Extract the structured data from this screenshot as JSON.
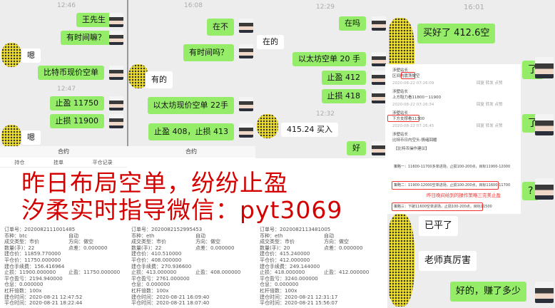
{
  "panel1": {
    "times": [
      "12:46",
      "12:47"
    ],
    "msgs": [
      "王先生",
      "有时间嘛？",
      "嗯",
      "比特币现价空单",
      "止盈 11750",
      "止损 11900",
      "嗯"
    ]
  },
  "panel2": {
    "time": "16:08",
    "msgs": [
      "在不",
      "有时间吗？",
      "有的",
      "以太坊现价空单 22手",
      "止盈 408，止损 413"
    ]
  },
  "panel3": {
    "times": [
      "12:29",
      "12:32"
    ],
    "msgs": [
      "在吗",
      "在的",
      "以太坊空单 20 手",
      "止盈 412",
      "止损 418",
      "415.24 买入",
      "好"
    ]
  },
  "panel4": {
    "time": "16:01",
    "msgs": [
      "买好了 412.6空",
      "了",
      "了",
      "?",
      "已平了",
      "老师真厉害",
      "好的，赚了多少"
    ]
  },
  "order_header": {
    "title": "合约",
    "tabs": [
      "持仓",
      "挂单",
      "平仓记录"
    ]
  },
  "orders": [
    {
      "rows": [
        [
          "订单号：2020082111001485",
          ""
        ],
        [
          "币种：btc",
          "自动"
        ],
        [
          "成交类型：市价",
          "方向：做空"
        ],
        [
          "数量(手)：22",
          "点差：0.000000"
        ],
        [
          "建仓价：11859.770000",
          ""
        ],
        [
          "平仓价：11750.000000",
          ""
        ],
        [
          "建仓手续费：156.416964",
          ""
        ],
        [
          "止损：11900.000000",
          "止盈：11750.000000"
        ],
        [
          "平仓盈亏：2194.940000",
          ""
        ],
        [
          "仓息：0.000000",
          ""
        ],
        [
          "杠杆倍数：100x",
          ""
        ],
        [
          "建仓时间：2020-08-21 12:47:52",
          ""
        ],
        [
          "平仓时间：2020-08-21 18:22:44",
          ""
        ]
      ]
    },
    {
      "rows": [
        [
          "订单号：2020082152995453",
          ""
        ],
        [
          "币种：eth",
          "自动"
        ],
        [
          "成交类型：市价",
          "方向：做空"
        ],
        [
          "数量(手)：22",
          "点差：0.000000"
        ],
        [
          "建仓价：410.510000",
          ""
        ],
        [
          "平仓价：408.000000",
          ""
        ],
        [
          "建仓手续费：270.936600",
          ""
        ],
        [
          "止损：413.000000",
          "止盈：408.000000"
        ],
        [
          "平仓盈亏：2761.000000",
          ""
        ],
        [
          "仓息：0.000000",
          ""
        ],
        [
          "杠杆倍数：100x",
          ""
        ],
        [
          "建仓时间：2020-08-21 16:09:40",
          ""
        ],
        [
          "平仓时间：2020-08-21 18:07:40",
          ""
        ]
      ]
    },
    {
      "rows": [
        [
          "订单号：2020082113481005",
          ""
        ],
        [
          "币种：eth",
          "自动"
        ],
        [
          "成交类型：市价",
          "方向：做空"
        ],
        [
          "数量(手)：20",
          "点差：0.000000"
        ],
        [
          "建仓价：415.240000",
          ""
        ],
        [
          "平仓价：412.000000",
          ""
        ],
        [
          "建仓手续费：249.144000",
          ""
        ],
        [
          "止损：418.000000",
          "止盈：412.000000"
        ],
        [
          "平仓盈亏：3240.000000",
          ""
        ],
        [
          "仓息：0.000000",
          ""
        ],
        [
          "杠杆倍数：100x",
          ""
        ],
        [
          "建仓时间：2020-08-21 12:31:17",
          ""
        ],
        [
          "平仓时间：2020-08-21 15:56:07",
          ""
        ]
      ]
    }
  ],
  "overlay": {
    "line1": "昨日布局空单，纷纷止盈",
    "line2": "汐柔实时指导微信：pyt3069"
  },
  "forum": {
    "user": "涉壁站长",
    "posts": [
      "区间内震荡做空",
      "上方阻力看11800－11900",
      "下方支撑看11300",
      "比特币日内空头-情绪回暖"
    ],
    "stamps": [
      "2020-08-22 07:26:09",
      "2020-08-22 07:26:34",
      "2020-08-22 07:26:45"
    ],
    "actions": "回复 转发 点赞",
    "title": "【比特币操作建议】",
    "strategies": [
      "策略一：11600-11700多单进场，止损100-200点，目标11900-12000",
      "策略二：11900-12000空单进场，止损100-200点，目标11600-11700",
      "策略三：下破11600空单进场，止损100-200点，目标11500"
    ],
    "note": "昨日晚间给到的操作策略三完美止盈"
  },
  "colors": {
    "green": "#95ec69",
    "red": "#d40000"
  }
}
